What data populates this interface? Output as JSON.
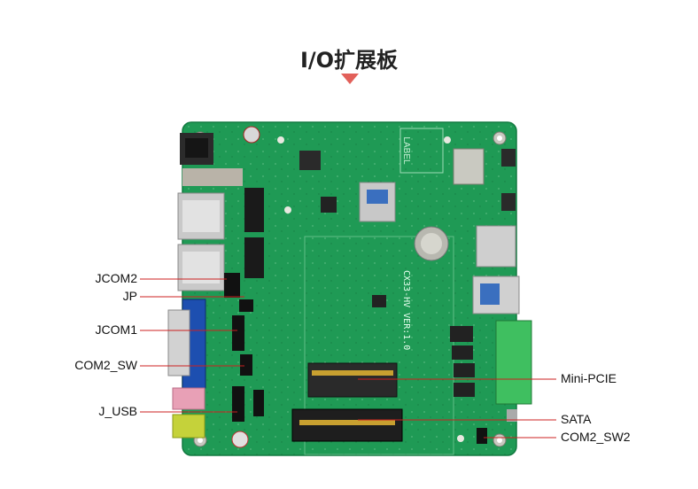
{
  "title": "I/O扩展板",
  "colors": {
    "accent": "#e2605a",
    "pcb": "#1f9a55",
    "callout_line": "#cc2020"
  },
  "board": {
    "silkscreen_model": "CX33-HV  VER:1.0",
    "label_text": "LABEL"
  },
  "callouts_left": [
    {
      "id": "jcom2",
      "label": "JCOM2"
    },
    {
      "id": "jp",
      "label": "JP"
    },
    {
      "id": "jcom1",
      "label": "JCOM1"
    },
    {
      "id": "com2-sw",
      "label": "COM2_SW"
    },
    {
      "id": "j-usb",
      "label": "J_USB"
    }
  ],
  "callouts_right": [
    {
      "id": "mini-pcie",
      "label": "Mini-PCIE"
    },
    {
      "id": "sata",
      "label": "SATA"
    },
    {
      "id": "com2-sw2",
      "label": "COM2_SW2"
    }
  ]
}
